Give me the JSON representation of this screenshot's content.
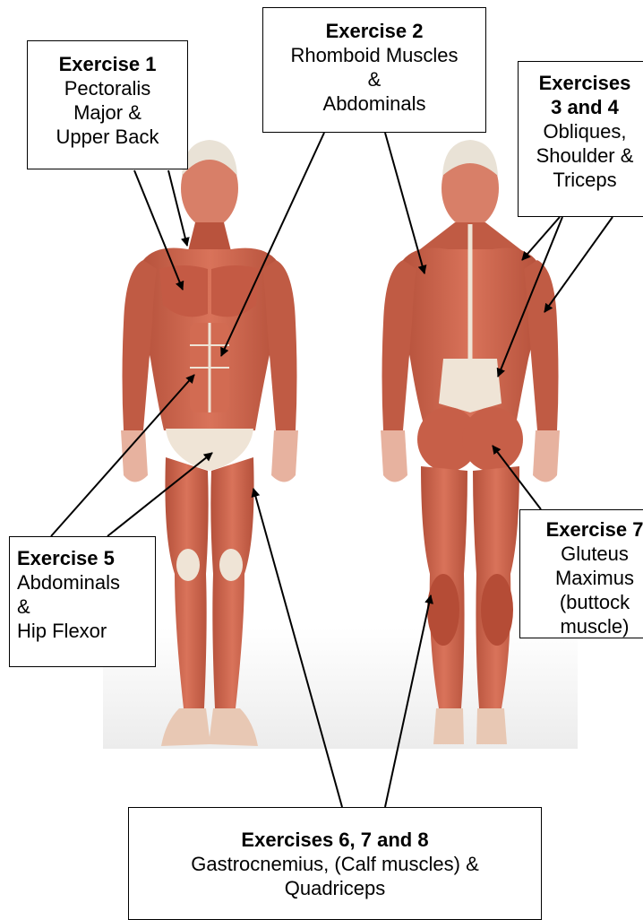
{
  "labels": {
    "exercise1": {
      "title": "Exercise 1",
      "lines": [
        "Pectoralis",
        "Major &",
        "Upper Back"
      ]
    },
    "exercise2": {
      "title": "Exercise 2",
      "lines": [
        "Rhomboid Muscles",
        "&",
        "Abdominals"
      ]
    },
    "exercises3and4": {
      "title_lines": [
        "Exercises",
        "3 and 4"
      ],
      "lines": [
        "Obliques,",
        "Shoulder &",
        "Triceps"
      ]
    },
    "exercise5": {
      "title": "Exercise 5",
      "lines": [
        "Abdominals",
        "&",
        "Hip Flexor"
      ]
    },
    "exercise7": {
      "title": "Exercise 7",
      "lines": [
        "Gluteus",
        "Maximus",
        "(buttock",
        "muscle)"
      ]
    },
    "exercises678": {
      "title": "Exercises 6, 7 and 8",
      "lines": [
        "Gastrocnemius, (Calf muscles) &",
        "Quadriceps"
      ]
    }
  },
  "figures": {
    "front": "front-anatomy-figure",
    "back": "back-anatomy-figure"
  },
  "colors": {
    "muscle": "#c9604a",
    "muscle_dark": "#a9432f",
    "muscle_light": "#e08a6e",
    "tendon": "#efe4d6",
    "skull": "#e9e2d6",
    "floor_shadow": "#eeeeee",
    "line": "#000000"
  }
}
